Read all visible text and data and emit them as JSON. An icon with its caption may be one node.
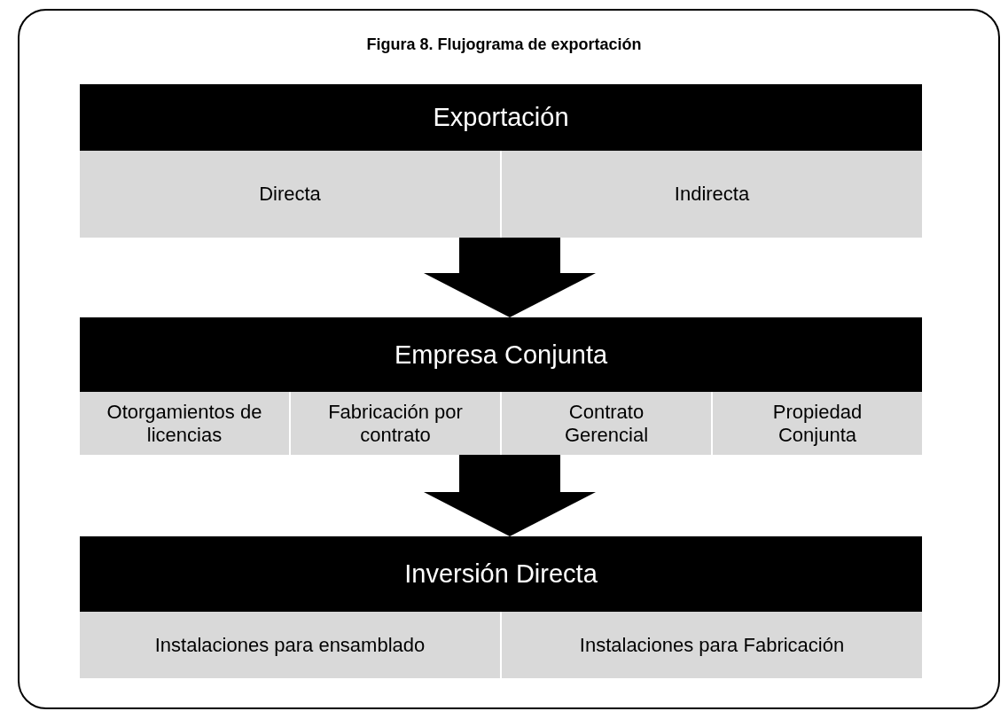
{
  "diagram": {
    "title": "Figura 8. Flujograma de exportación",
    "nodes": [
      {
        "text": [
          "Exportación"
        ]
      },
      {
        "text": [
          "Directa"
        ],
        "in": 0
      },
      {
        "text": [
          "Indirecta"
        ],
        "in": 0
      },
      {
        "text": [
          "Empresa Conjunta"
        ]
      },
      {
        "text": [
          "Otorgamientos de licencias"
        ],
        "in": 3
      },
      {
        "text": [
          "Fabricación por contrato"
        ],
        "in": 3
      },
      {
        "text": [
          "Contrato Gerencial"
        ],
        "in": 3
      },
      {
        "text": [
          "Propiedad Conjunta"
        ],
        "in": 3
      },
      {
        "text": [
          "Inversión Directa"
        ]
      },
      {
        "text": [
          "Instalaciones para ensamblado"
        ],
        "in": 8
      },
      {
        "text": [
          "Instalaciones para Fabricación"
        ],
        "in": 8
      }
    ],
    "edges": [
      {
        "from": 0,
        "to": 3,
        "arrow": "to"
      },
      {
        "from": 3,
        "to": 8,
        "arrow": "to"
      }
    ]
  }
}
